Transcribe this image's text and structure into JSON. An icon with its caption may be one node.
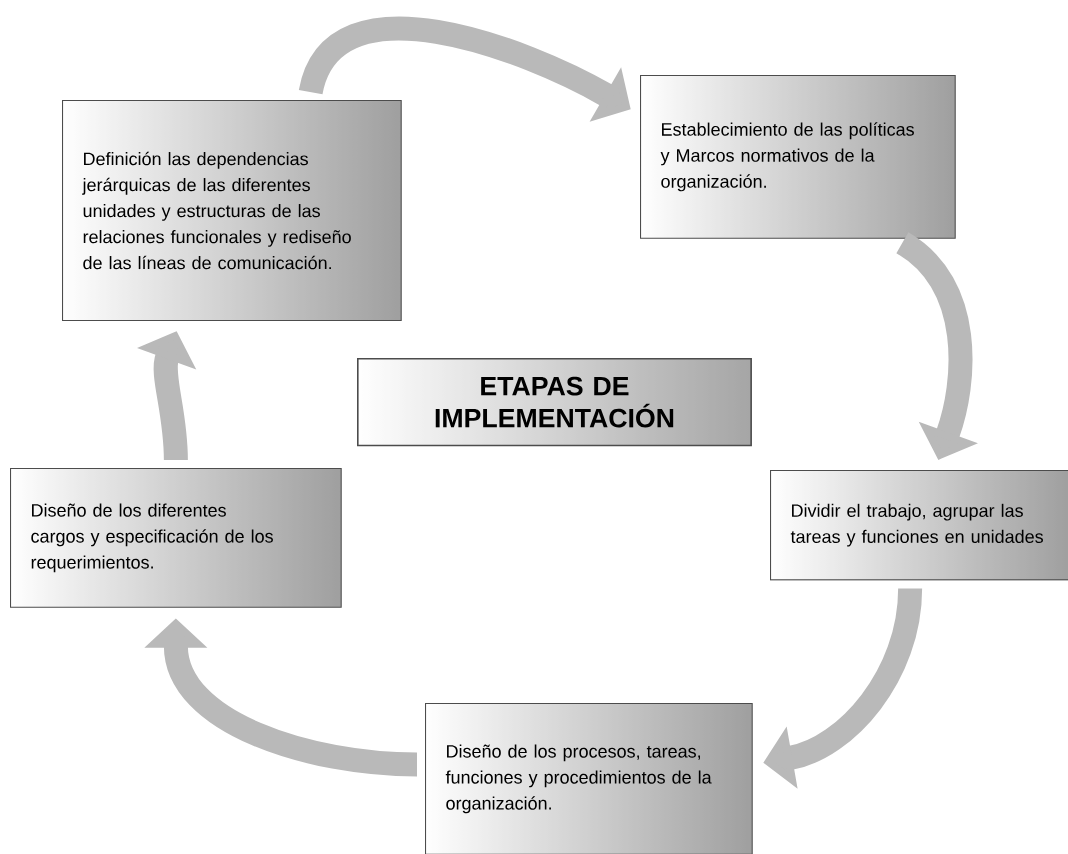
{
  "diagram": {
    "nodes": [
      {
        "text": [
          "Definición las dependencias jerárquicas de las diferentes unidades y estructuras de las relaciones funcionales y rediseño de las líneas de comunicación."
        ]
      },
      {
        "text": [
          "Establecimiento de las políticas  y Marcos normativos de la organización."
        ]
      },
      {
        "text": [
          "ETAPAS DE IMPLEMENTACIÓN"
        ]
      },
      {
        "text": [
          "Dividir el trabajo, agrupar las tareas y funciones en unidades"
        ]
      },
      {
        "text": [
          "Diseño de los diferentes cargos y especificación de los requerimientos."
        ]
      },
      {
        "text": [
          "Diseño de los procesos, tareas, funciones y procedimientos de la organización."
        ]
      }
    ],
    "edges": [
      {
        "from": 0,
        "to": 1,
        "arrow": "to"
      },
      {
        "from": 1,
        "to": 3,
        "arrow": "to"
      },
      {
        "from": 3,
        "to": 5,
        "arrow": "to"
      },
      {
        "from": 5,
        "to": 4,
        "arrow": "to"
      },
      {
        "from": 4,
        "to": 0,
        "arrow": "to"
      }
    ]
  }
}
